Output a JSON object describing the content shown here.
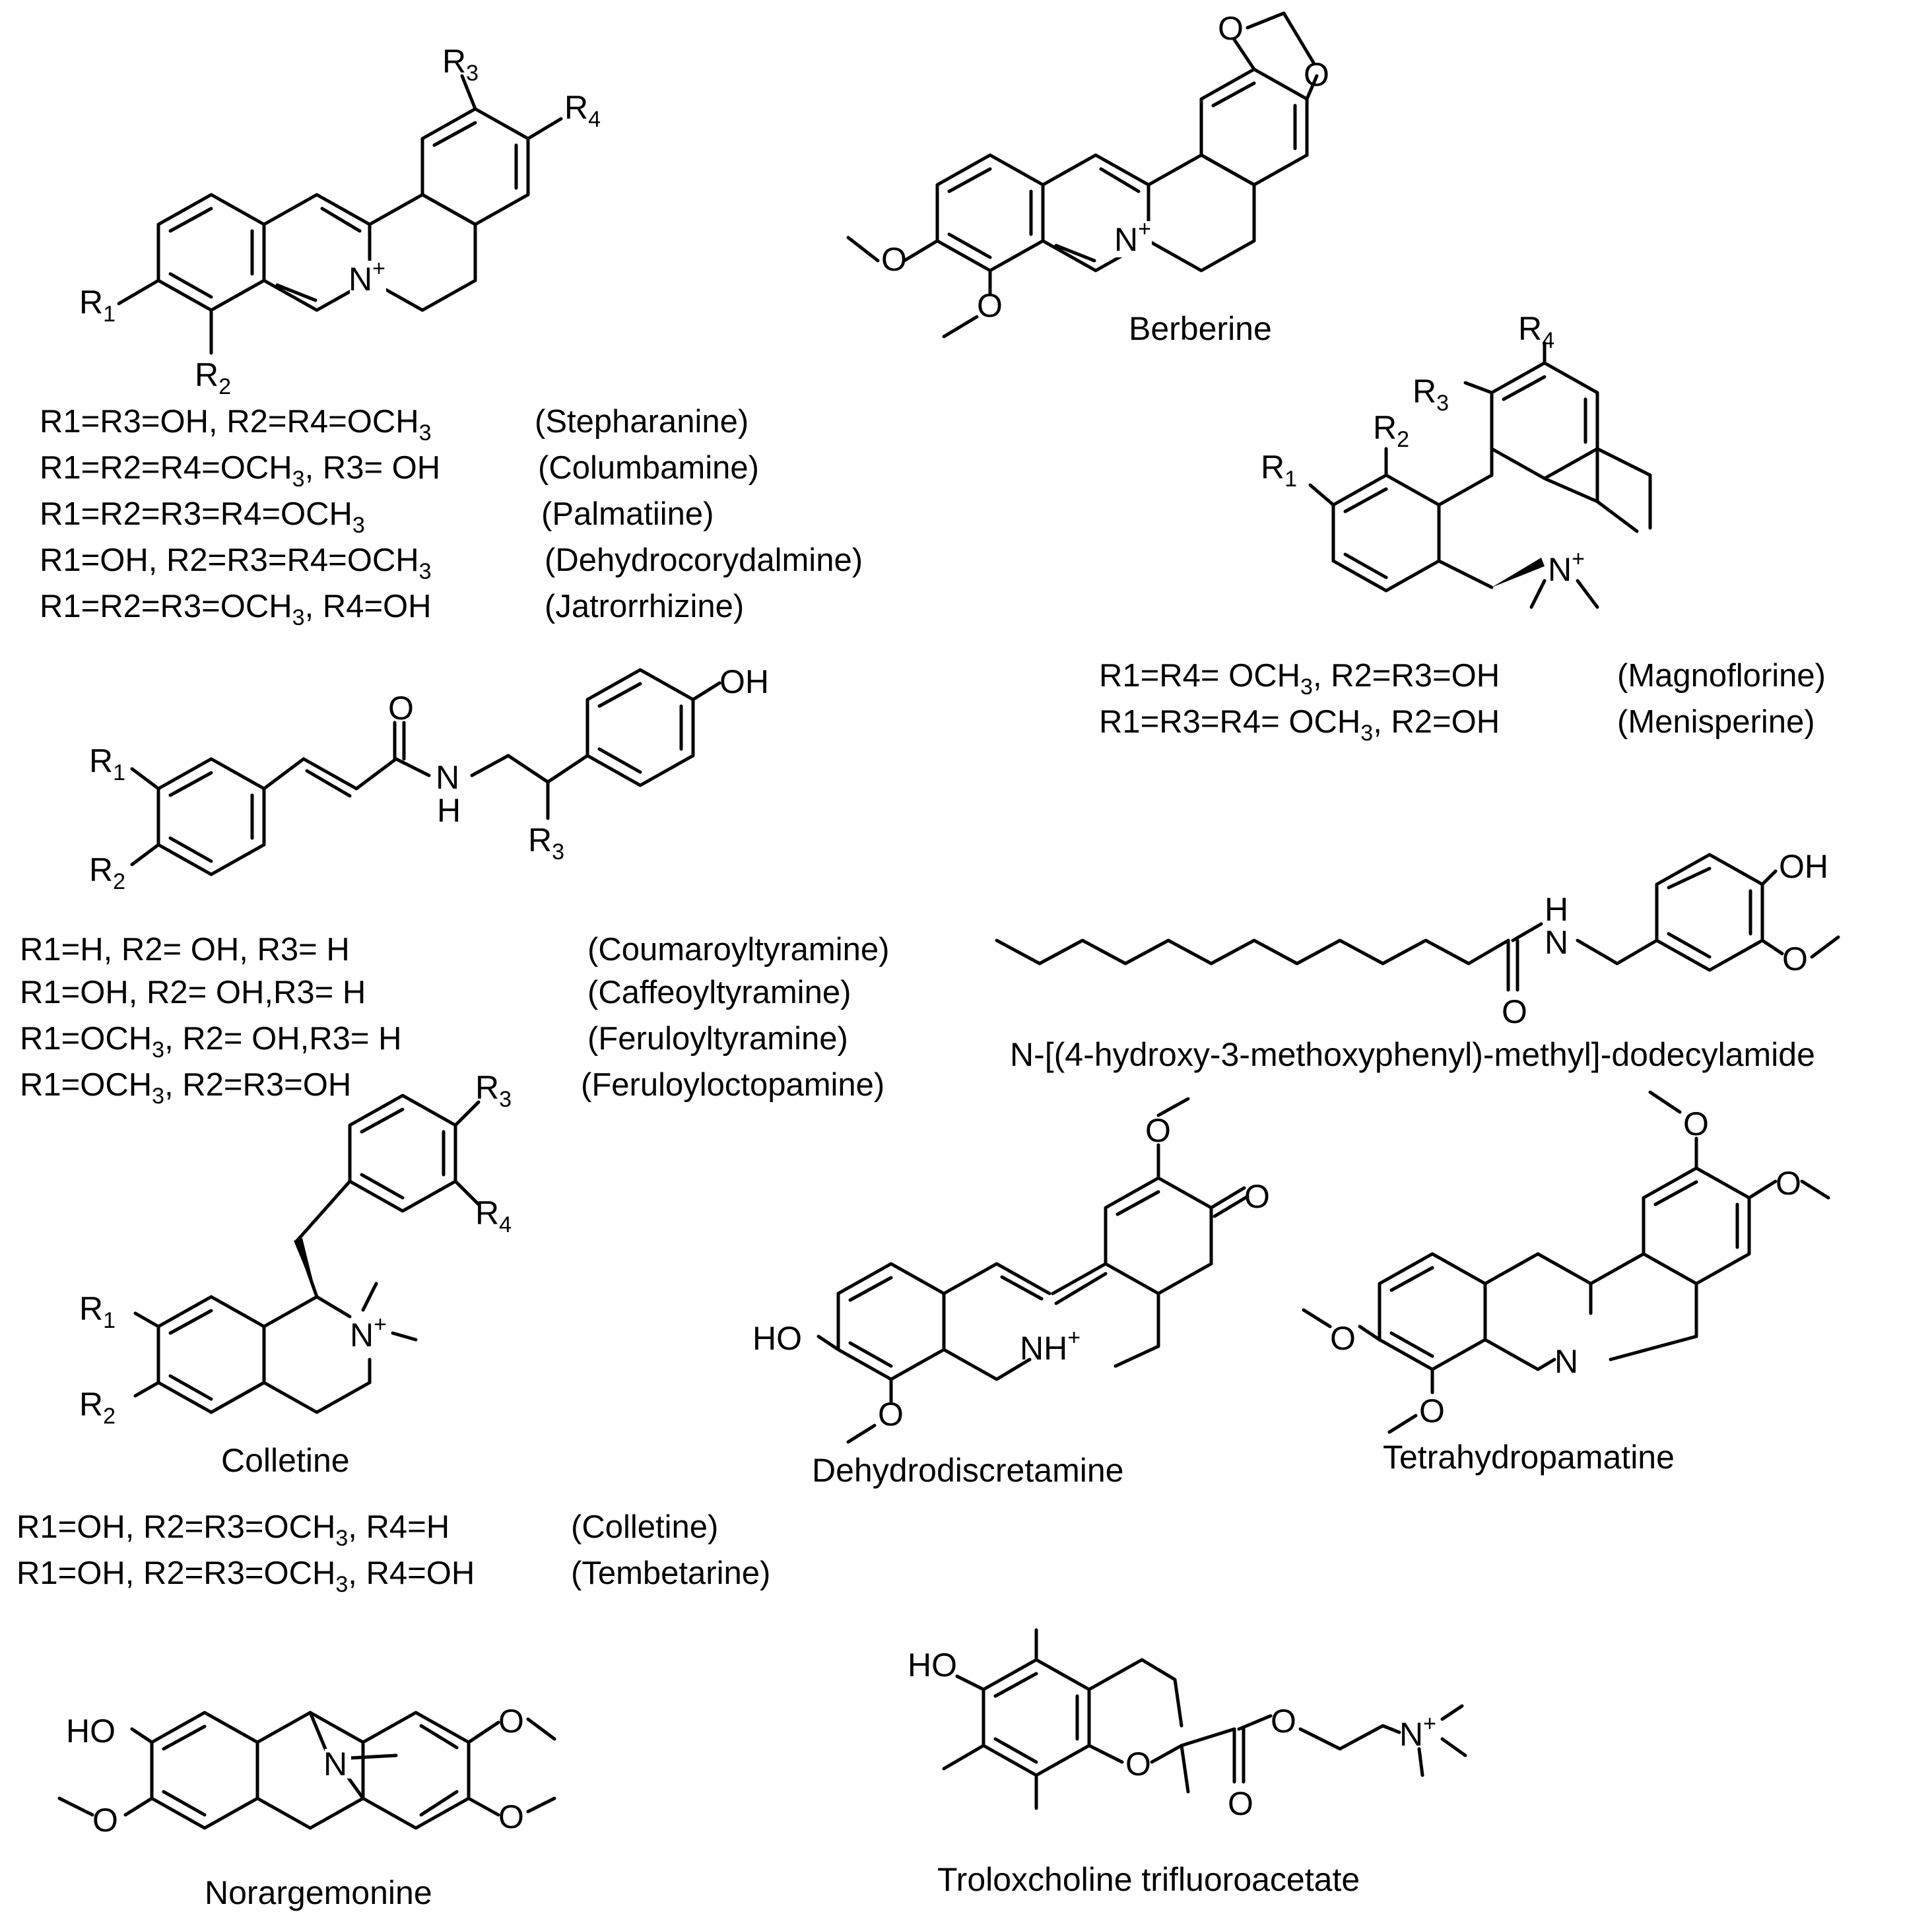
{
  "structures": {
    "protoberberine": {
      "atom_labels": {
        "r1": "R",
        "r1_sub": "1",
        "r2": "R",
        "r2_sub": "2",
        "r3": "R",
        "r3_sub": "3",
        "r4": "R",
        "r4_sub": "4",
        "n": "N",
        "charge": "+"
      },
      "definitions": [
        {
          "text": "R1=R3=OH, R2=R4=OCH",
          "sub": "3",
          "name": "(Stepharanine)"
        },
        {
          "text": "R1=R2=R4=OCH",
          "sub": "3",
          "rest": ", R3= OH",
          "name": "(Columbamine)"
        },
        {
          "text": "R1=R2=R3=R4=OCH",
          "sub": "3",
          "name": "(Palmatiine)"
        },
        {
          "text": "R1=OH, R2=R3=R4=OCH",
          "sub": "3",
          "name": "(Dehydrocorydalmine)"
        },
        {
          "text": "R1=R2=R3=OCH",
          "sub": "3",
          "rest": ", R4=OH",
          "name": "(Jatrorrhizine)"
        }
      ]
    },
    "berberine": {
      "name": "Berberine",
      "atom_labels": {
        "o1": "O",
        "o2": "O",
        "o3": "O",
        "o4": "O",
        "n": "N",
        "charge": "+"
      }
    },
    "aporphine": {
      "atom_labels": {
        "r1": "R",
        "r1_sub": "1",
        "r2": "R",
        "r2_sub": "2",
        "r3": "R",
        "r3_sub": "3",
        "r4": "R",
        "r4_sub": "4",
        "n": "N",
        "charge": "+"
      },
      "definitions": [
        {
          "text": "R1=R4= OCH",
          "sub": "3",
          "rest": ", R2=R3=OH",
          "name": "(Magnoflorine)"
        },
        {
          "text": "R1=R3=R4= OCH",
          "sub": "3",
          "rest": ", R2=OH",
          "name": "(Menisperine)"
        }
      ]
    },
    "tyramine": {
      "atom_labels": {
        "r1": "R",
        "r1_sub": "1",
        "r2": "R",
        "r2_sub": "2",
        "r3": "R",
        "r3_sub": "3",
        "o": "O",
        "n": "N",
        "h": "H",
        "oh": "OH"
      },
      "definitions": [
        {
          "text": "R1=H, R2= OH, R3= H",
          "name": "(Coumaroyltyramine)"
        },
        {
          "text": "R1=OH, R2= OH,R3= H",
          "name": "(Caffeoyltyramine)"
        },
        {
          "text": "R1=OCH",
          "sub": "3",
          "rest": ", R2= OH,R3= H",
          "name": "(Feruloyltyramine)"
        },
        {
          "text": "R1=OCH",
          "sub": "3",
          "rest": ", R2=R3=OH",
          "name": "(Feruloyloctopamine)"
        }
      ]
    },
    "amide": {
      "name": "N-[(4-hydroxy-3-methoxyphenyl)-methyl]-dodecylamide",
      "atom_labels": {
        "oh": "OH",
        "h": "H",
        "n": "N",
        "o_carbonyl": "O",
        "o_methoxy": "O"
      }
    },
    "colletine": {
      "name": "Colletine",
      "atom_labels": {
        "r1": "R",
        "r1_sub": "1",
        "r2": "R",
        "r2_sub": "2",
        "r3": "R",
        "r3_sub": "3",
        "r4": "R",
        "r4_sub": "4",
        "n": "N",
        "charge": "+"
      },
      "definitions": [
        {
          "text": "R1=OH, R2=R3=OCH",
          "sub": "3",
          "rest": ", R4=H",
          "name": "(Colletine)"
        },
        {
          "text": "R1=OH, R2=R3=OCH",
          "sub": "3",
          "rest": ", R4=OH",
          "name": "(Tembetarine)"
        }
      ]
    },
    "dehydrodiscretamine": {
      "name": "Dehydrodiscretamine",
      "atom_labels": {
        "o_top": "O",
        "o_keto": "O",
        "ho": "HO",
        "o_bottom": "O",
        "nh": "NH",
        "charge": "+"
      }
    },
    "tetrahydropamatine": {
      "name": "Tetrahydropamatine",
      "atom_labels": {
        "o1": "O",
        "o2": "O",
        "o3": "O",
        "o4": "O",
        "n": "N"
      }
    },
    "norargemonine": {
      "name": "Norargemonine",
      "atom_labels": {
        "ho": "HO",
        "o1": "O",
        "o2": "O",
        "o3": "O",
        "n": "N"
      }
    },
    "trolox": {
      "name": "Troloxcholine trifluoroacetate",
      "atom_labels": {
        "ho": "HO",
        "o_ring": "O",
        "o_ester": "O",
        "o_carbonyl": "O",
        "n": "N",
        "charge": "+"
      }
    }
  }
}
